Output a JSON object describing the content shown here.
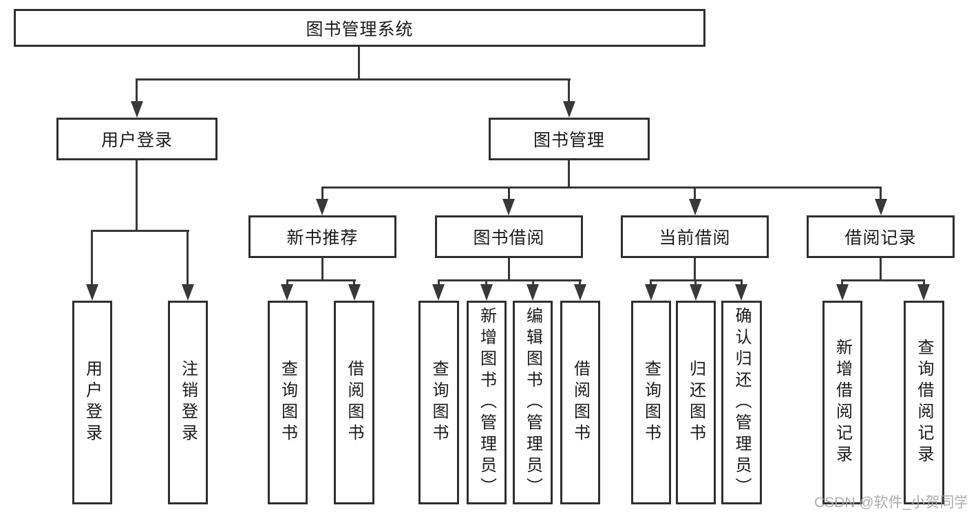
{
  "diagram": {
    "title": "图书管理系统",
    "level2": {
      "user_login": "用户登录",
      "book_mgmt": "图书管理"
    },
    "level3": {
      "new_books": "新书推荐",
      "book_borrow": "图书借阅",
      "current_borrow": "当前借阅",
      "borrow_records": "借阅记录"
    },
    "leaves": {
      "user_login": [
        "用户登录",
        "注销登录"
      ],
      "new_books": [
        "查询图书",
        "借阅图书"
      ],
      "book_borrow": [
        "查询图书",
        "新增图书（管理员）",
        "编辑图书（管理员）",
        "借阅图书"
      ],
      "current_borrow": [
        "查询图书",
        "归还图书",
        "确认归还（管理员）"
      ],
      "borrow_records": [
        "新增借阅记录",
        "查询借阅记录"
      ]
    }
  },
  "watermark": "CSDN @软件_小贺同学",
  "colors": {
    "background": "#ffffff",
    "line": "#383838",
    "node_border": "#2f2f2f",
    "text": "#1a1a1a",
    "watermark": "#a6a6a6"
  }
}
